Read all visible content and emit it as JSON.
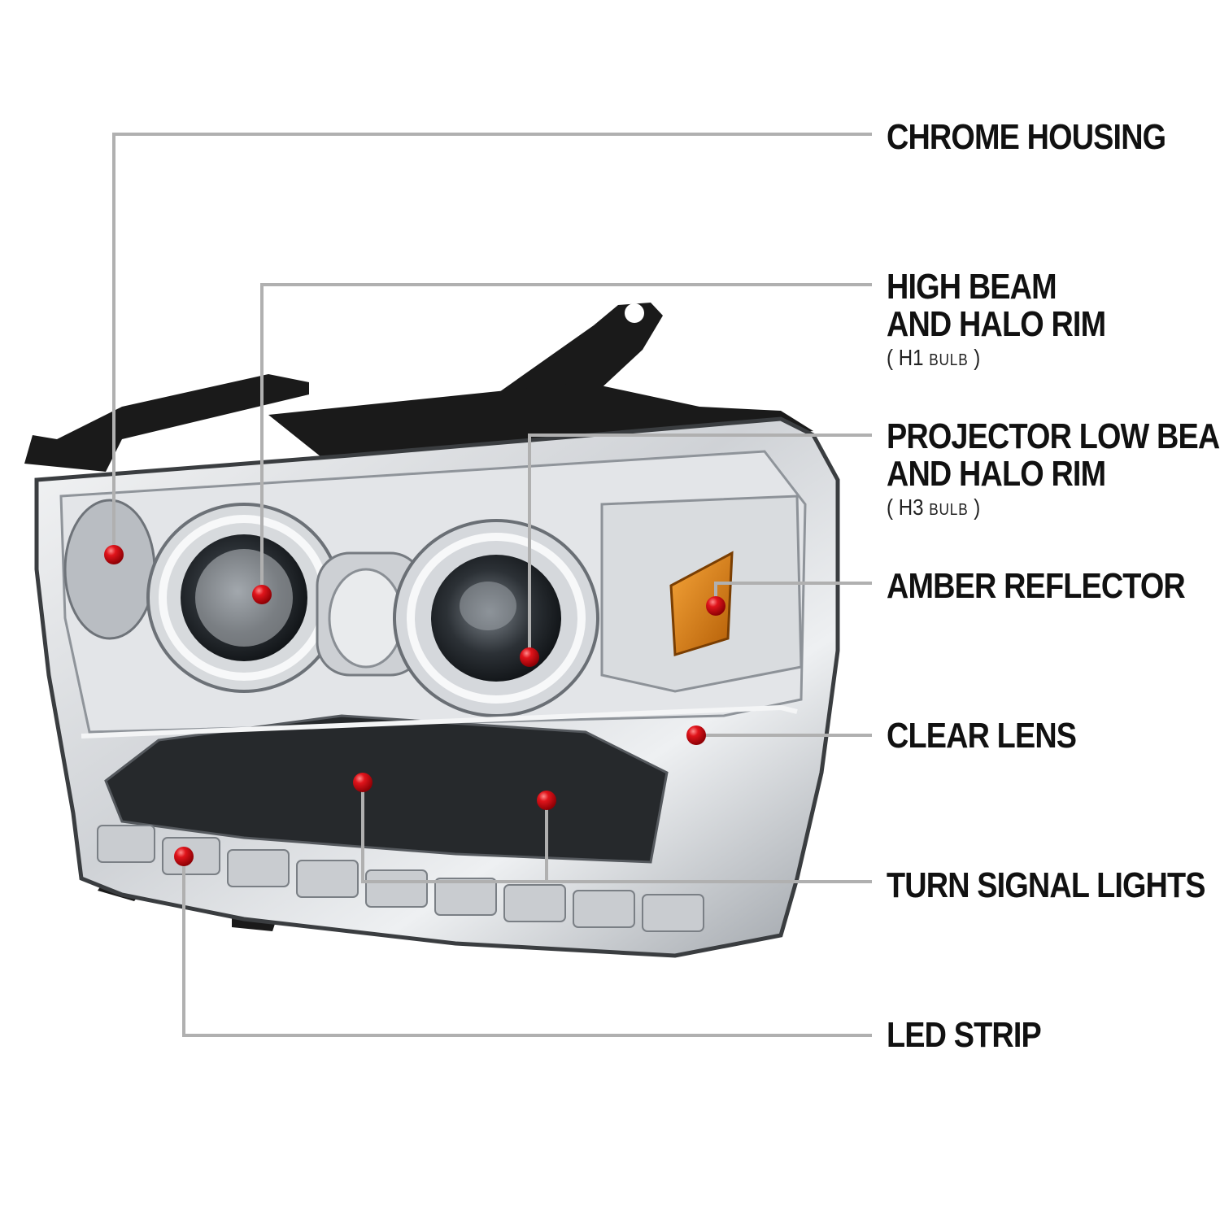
{
  "callouts": [
    {
      "id": "chrome-housing",
      "lines": [
        "CHROME HOUSING"
      ],
      "bulb": null
    },
    {
      "id": "high-beam",
      "lines": [
        "HIGH BEAM",
        "AND HALO RIM"
      ],
      "bulb": {
        "code": "H1",
        "word": "BULB"
      }
    },
    {
      "id": "projector-low-beam",
      "lines": [
        "PROJECTOR LOW BEAM",
        "AND HALO RIM"
      ],
      "bulb": {
        "code": "H3",
        "word": "BULB"
      }
    },
    {
      "id": "amber-reflector",
      "lines": [
        "AMBER REFLECTOR"
      ],
      "bulb": null
    },
    {
      "id": "clear-lens",
      "lines": [
        "CLEAR LENS"
      ],
      "bulb": null
    },
    {
      "id": "turn-signal-lights",
      "lines": [
        "TURN SIGNAL LIGHTS"
      ],
      "bulb": null
    },
    {
      "id": "led-strip",
      "lines": [
        "LED STRIP"
      ],
      "bulb": null
    }
  ],
  "colors": {
    "leader_line": "#b0b0b0",
    "marker": "#e0141b",
    "label_text": "#111111",
    "amber": "#e08a12",
    "bracket": "#1a1a1a",
    "chrome_light": "#eef0f2",
    "chrome_mid": "#c9ccd0",
    "chrome_dark": "#7f848a"
  }
}
